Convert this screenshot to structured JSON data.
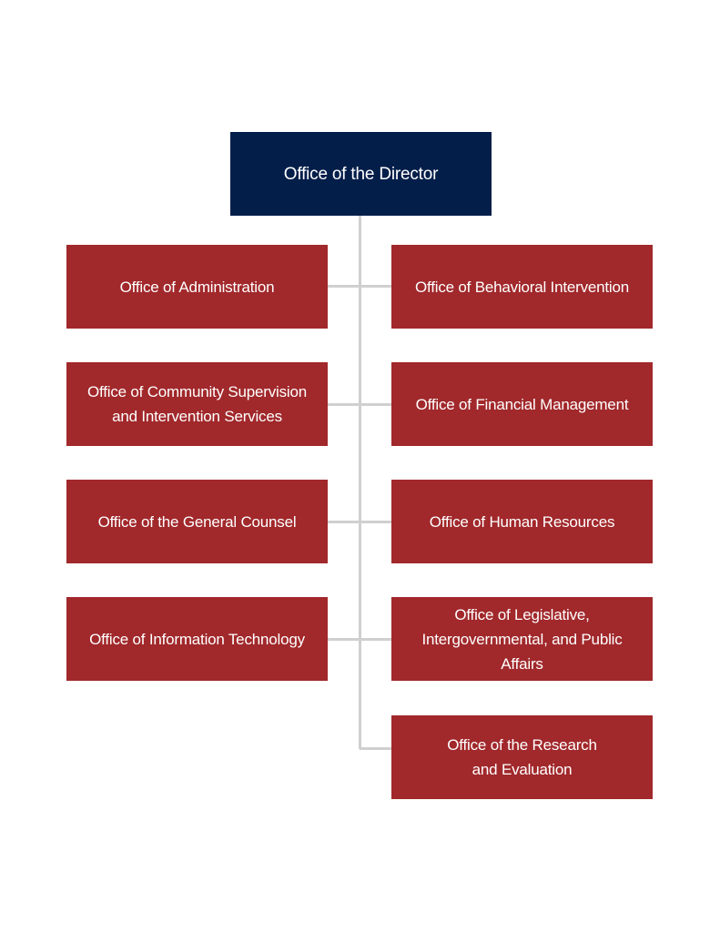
{
  "colors": {
    "director_fill": "#041e4a",
    "office_fill": "#a1282b",
    "text": "#ffffff",
    "connector": "#cfcfcf"
  },
  "director": {
    "label": "Office of the Director"
  },
  "offices": [
    {
      "label": "Office of Administration",
      "column": "left"
    },
    {
      "label": "Office of Behavioral Intervention",
      "column": "right"
    },
    {
      "label": "Office of Community Supervision\nand Intervention Services",
      "column": "left"
    },
    {
      "label": "Office of Financial Management",
      "column": "right"
    },
    {
      "label": "Office of the General Counsel",
      "column": "left"
    },
    {
      "label": "Office of Human Resources",
      "column": "right"
    },
    {
      "label": "Office of Information Technology",
      "column": "left"
    },
    {
      "label": "Office of Legislative,\nIntergovernmental, and Public Affairs",
      "column": "right"
    },
    {
      "label": "Office of the Research\nand Evaluation",
      "column": "right"
    }
  ]
}
